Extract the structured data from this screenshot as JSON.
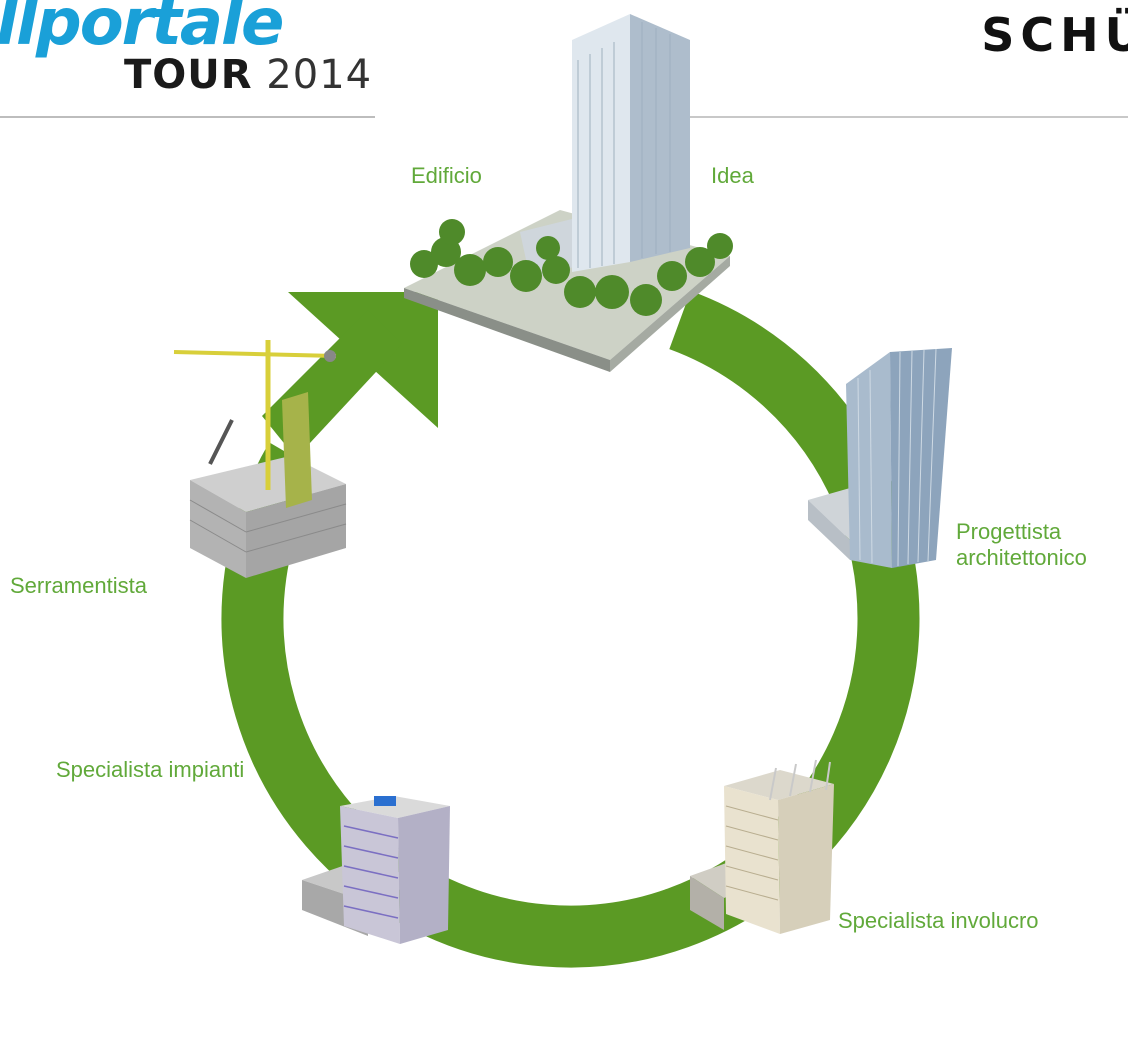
{
  "header": {
    "brand": "llportale",
    "tour_word": "TOUR",
    "tour_year": "2014",
    "partner": "SCHÜ"
  },
  "colors": {
    "ring": "#5b9a24",
    "label": "#61a93a",
    "brand": "#1aa0d8"
  },
  "stages": {
    "edificio": "Edificio",
    "idea": "Idea",
    "progettista": "Progettista architettonico",
    "serramentista": "Serramentista",
    "impianti": "Specialista impianti",
    "involucro": "Specialista involucro"
  },
  "icons": [
    "tower-park-illustration",
    "glass-office-illustration",
    "crane-construction-illustration",
    "mep-frame-illustration",
    "envelope-frame-illustration"
  ]
}
